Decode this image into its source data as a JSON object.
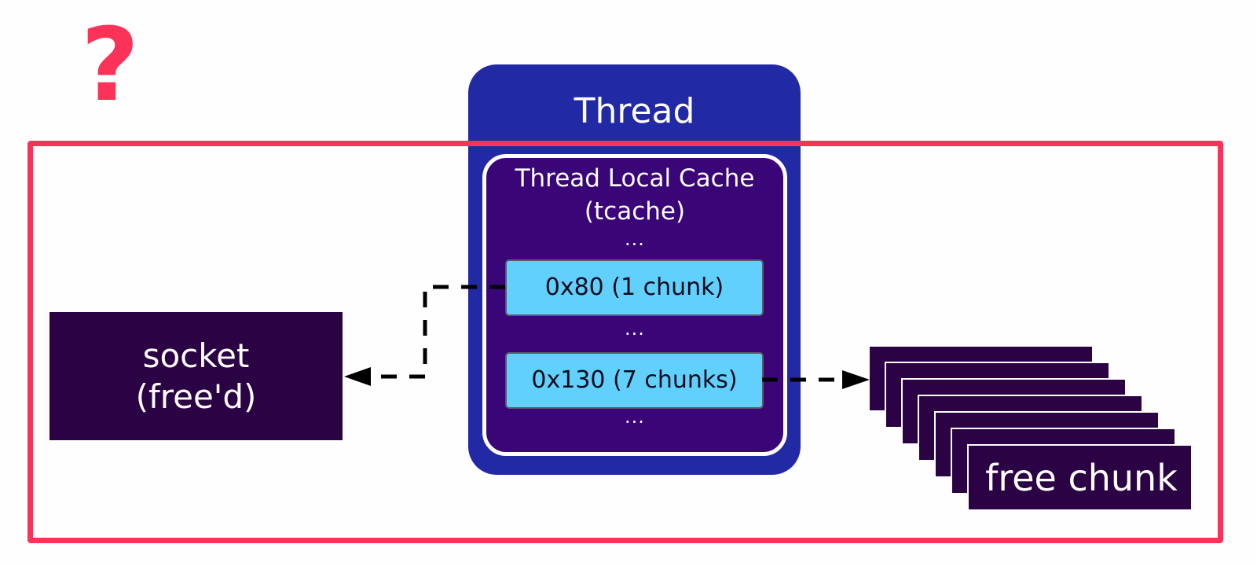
{
  "question_mark": "?",
  "thread": {
    "title": "Thread",
    "tcache": {
      "title": "Thread Local Cache",
      "subtitle": "(tcache)",
      "ellipsis": "...",
      "bins": [
        {
          "label": "0x80 (1 chunk)"
        },
        {
          "label": "0x130 (7 chunks)"
        }
      ]
    }
  },
  "socket": {
    "line1": "socket",
    "line2": "(free'd)"
  },
  "free_chunks": {
    "count": 7,
    "label": "free chunk"
  },
  "colors": {
    "accent_red": "#fc3358",
    "thread_blue": "#2229a5",
    "tcache_purple": "#3a0677",
    "bin_cyan": "#62d0fd",
    "dark_purple": "#2b0243"
  }
}
